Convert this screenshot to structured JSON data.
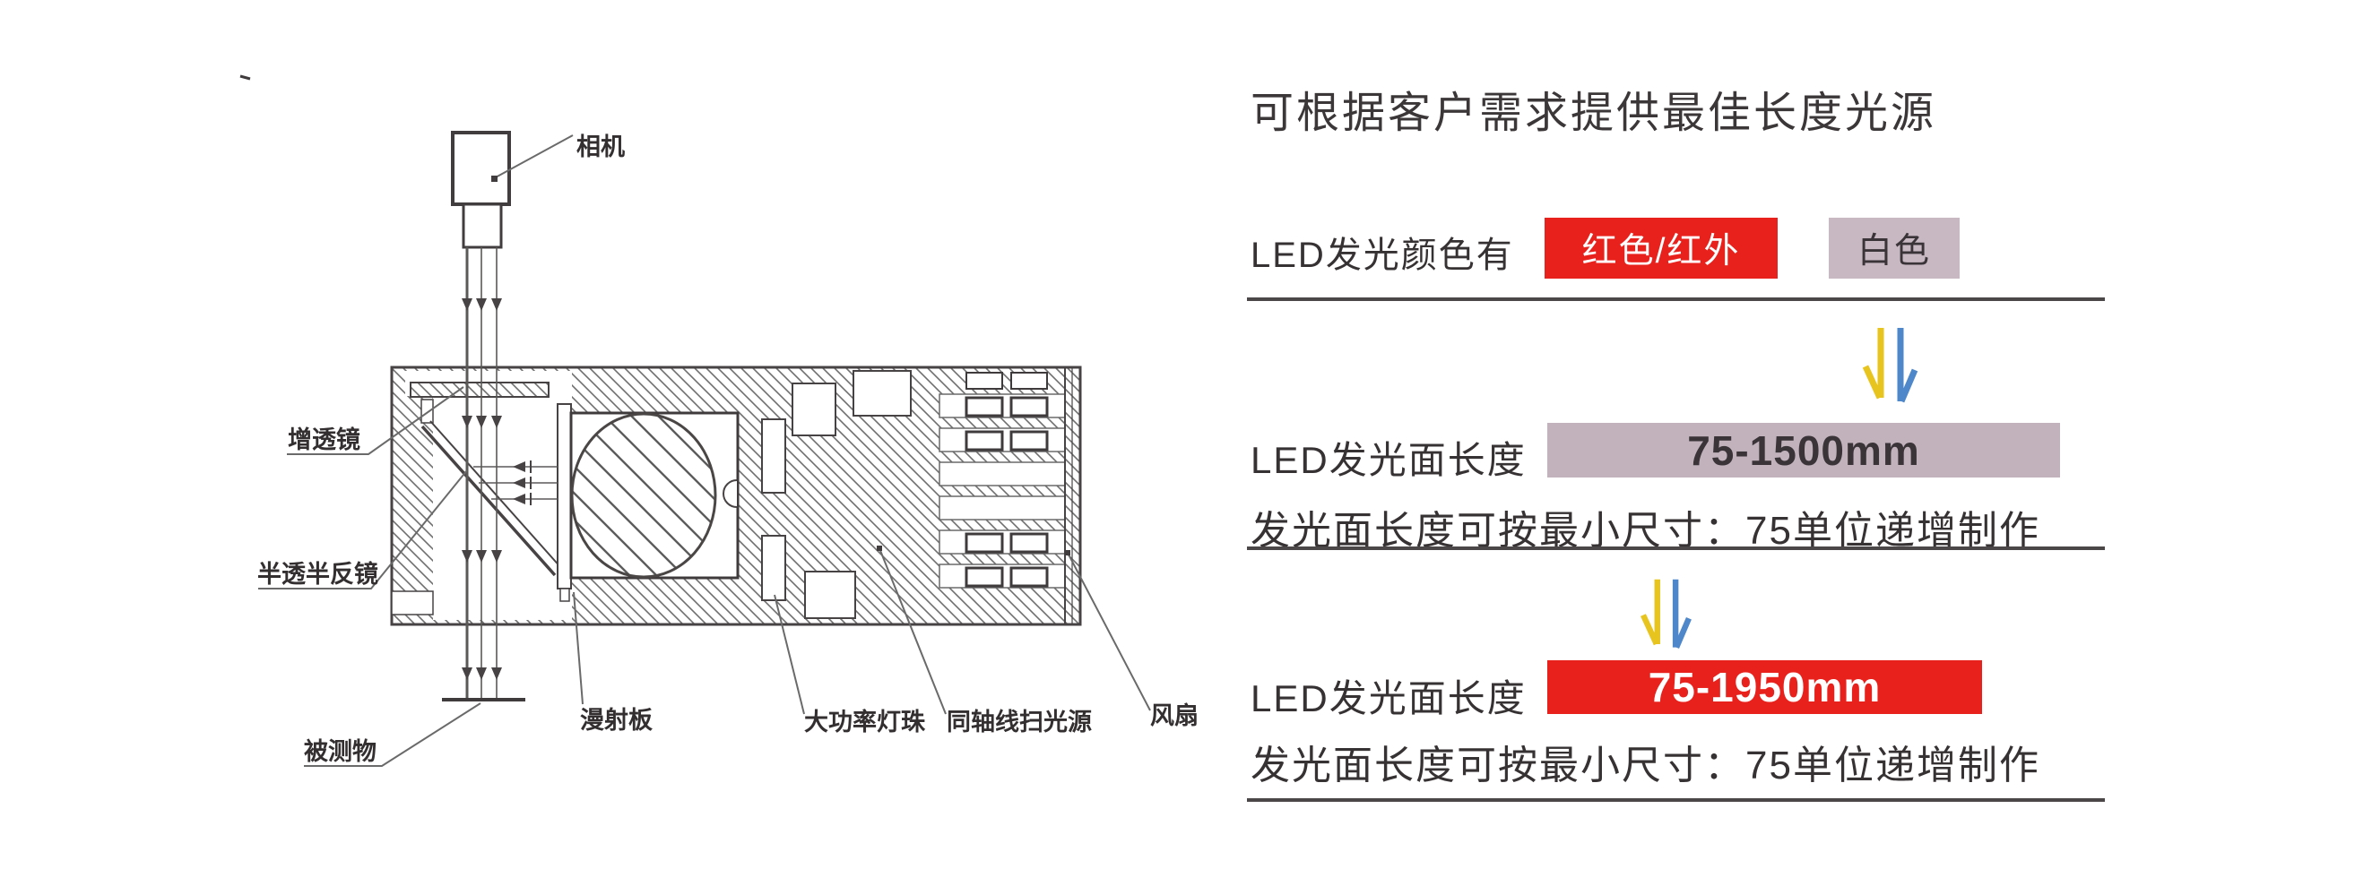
{
  "diagram": {
    "labels": {
      "camera": "相机",
      "ar_lens": "增透镜",
      "beam_splitter": "半透半反镜",
      "object": "被测物",
      "diffuser": "漫射板",
      "led_bead": "大功率灯珠",
      "coaxial_source": "同轴线扫光源",
      "fan": "风扇"
    }
  },
  "panel": {
    "title": "可根据客户需求提供最佳长度光源",
    "color_row": {
      "label": "LED发光颜色有",
      "red_option": "红色/红外",
      "white_option": "白色"
    },
    "section_1500": {
      "label": "LED发光面长度",
      "range": "75-1500mm",
      "note": "发光面长度可按最小尺寸：75单位递增制作"
    },
    "section_1950": {
      "label": "LED发光面长度",
      "range": "75-1950mm",
      "note": "发光面长度可按最小尺寸：75单位递增制作"
    },
    "colors": {
      "red": "#e8211c",
      "mauve_band": "#c1b2bc",
      "mauve_badge": "#c8b8c2",
      "arrow_yellow": "#e8c41f",
      "arrow_blue": "#4e87ca"
    }
  }
}
